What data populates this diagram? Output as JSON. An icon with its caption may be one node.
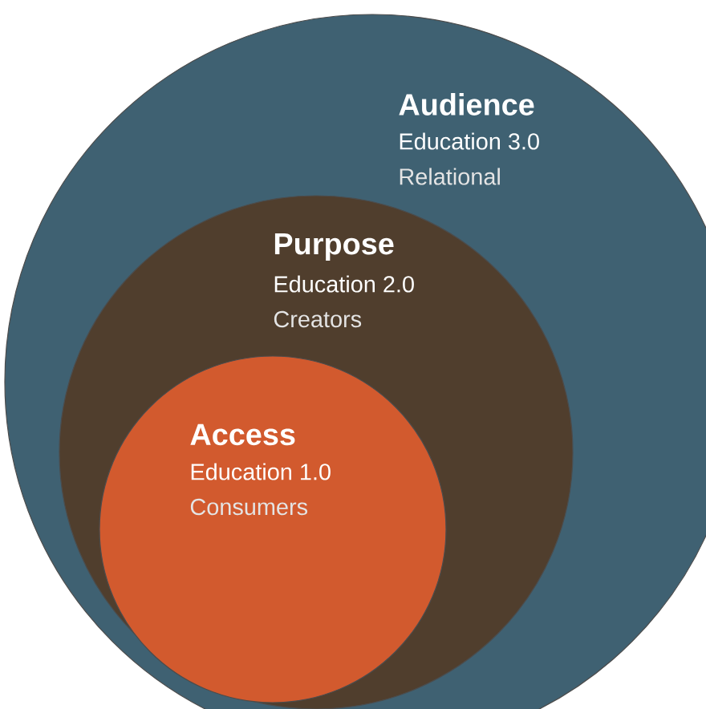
{
  "diagram": {
    "nodes": [
      {
        "text": [
          "Audience",
          "Education 3.0",
          "Relational"
        ]
      },
      {
        "text": [
          "Purpose",
          "Education 2.0",
          "Creators"
        ],
        "in": 0
      },
      {
        "text": [
          "Access",
          "Education 1.0",
          "Consumers"
        ],
        "in": 1
      }
    ]
  }
}
